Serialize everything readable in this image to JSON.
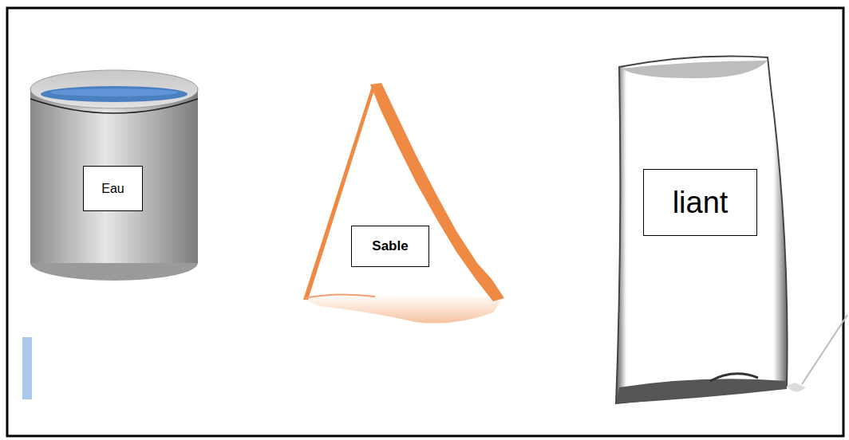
{
  "diagram": {
    "nodes": [
      {
        "text": [
          "Eau"
        ]
      },
      {
        "text": [
          "Sable"
        ]
      },
      {
        "text": [
          "liant"
        ]
      }
    ]
  }
}
